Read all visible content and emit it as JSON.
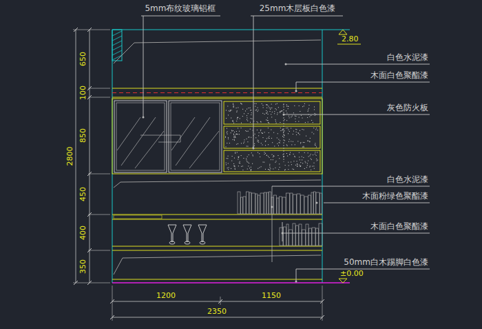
{
  "diagram": {
    "labels": [
      "5mm布纹玻璃铝框",
      "25mm木层板白色漆",
      "2.80",
      "白色水泥漆",
      "木面白色聚酯漆",
      "灰色防火板",
      "白色水泥漆",
      "木面粉绿色聚酯漆",
      "木面白色聚酯漆",
      "50mm白木踢脚白色漆",
      "±0.00",
      "650",
      "100",
      "850",
      "450",
      "400",
      "350",
      "2800",
      "1200",
      "1150",
      "2350"
    ]
  }
}
